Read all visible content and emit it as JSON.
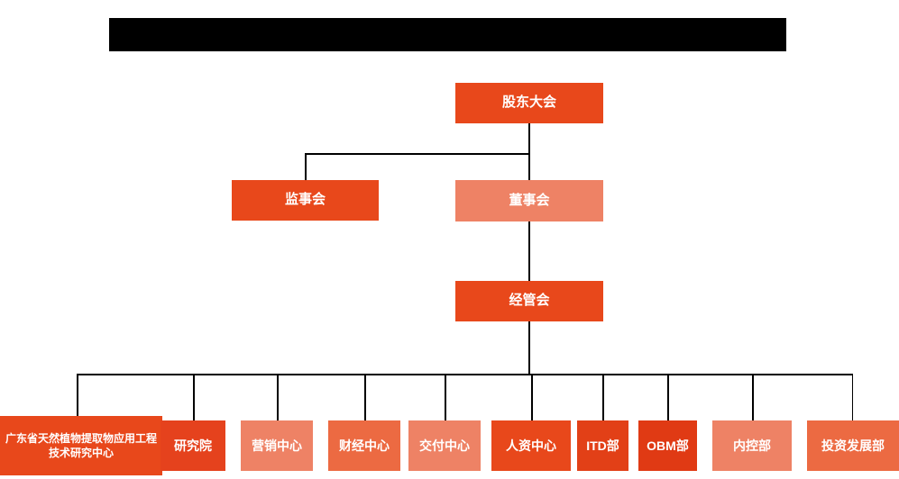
{
  "org_chart": {
    "line_color": "#000000",
    "text_color": "#ffffff",
    "nodes": [
      {
        "id": "shareholders-meeting",
        "label": "股东大会",
        "color": "#e8481b",
        "parent": null
      },
      {
        "id": "supervisory-board",
        "label": "监事会",
        "color": "#e8481b",
        "parent": "shareholders-meeting"
      },
      {
        "id": "board-of-directors",
        "label": "董事会",
        "color": "#ee8265",
        "parent": "shareholders-meeting"
      },
      {
        "id": "management-committee",
        "label": "经管会",
        "color": "#e8481b",
        "parent": "board-of-directors"
      },
      {
        "id": "gd-natural-plant-extract-research-center",
        "label": "广东省天然植物提取物应用工程技术研究中心",
        "color": "#e8481b",
        "parent": "management-committee"
      },
      {
        "id": "research-institute",
        "label": "研究院",
        "color": "#e5421d",
        "parent": "management-committee"
      },
      {
        "id": "marketing-center",
        "label": "营销中心",
        "color": "#ee8265",
        "parent": "management-committee"
      },
      {
        "id": "finance-center",
        "label": "财经中心",
        "color": "#ec6a42",
        "parent": "management-committee"
      },
      {
        "id": "delivery-center",
        "label": "交付中心",
        "color": "#ee8265",
        "parent": "management-committee"
      },
      {
        "id": "hr-center",
        "label": "人资中心",
        "color": "#e8481b",
        "parent": "management-committee"
      },
      {
        "id": "itd-department",
        "label": "ITD部",
        "color": "#e24017",
        "parent": "management-committee"
      },
      {
        "id": "obm-department",
        "label": "OBM部",
        "color": "#e03a14",
        "parent": "management-committee"
      },
      {
        "id": "internal-control-department",
        "label": "内控部",
        "color": "#ee8265",
        "parent": "management-committee"
      },
      {
        "id": "investment-development-department",
        "label": "投资发展部",
        "color": "#ec6a42",
        "parent": "management-committee"
      }
    ]
  }
}
